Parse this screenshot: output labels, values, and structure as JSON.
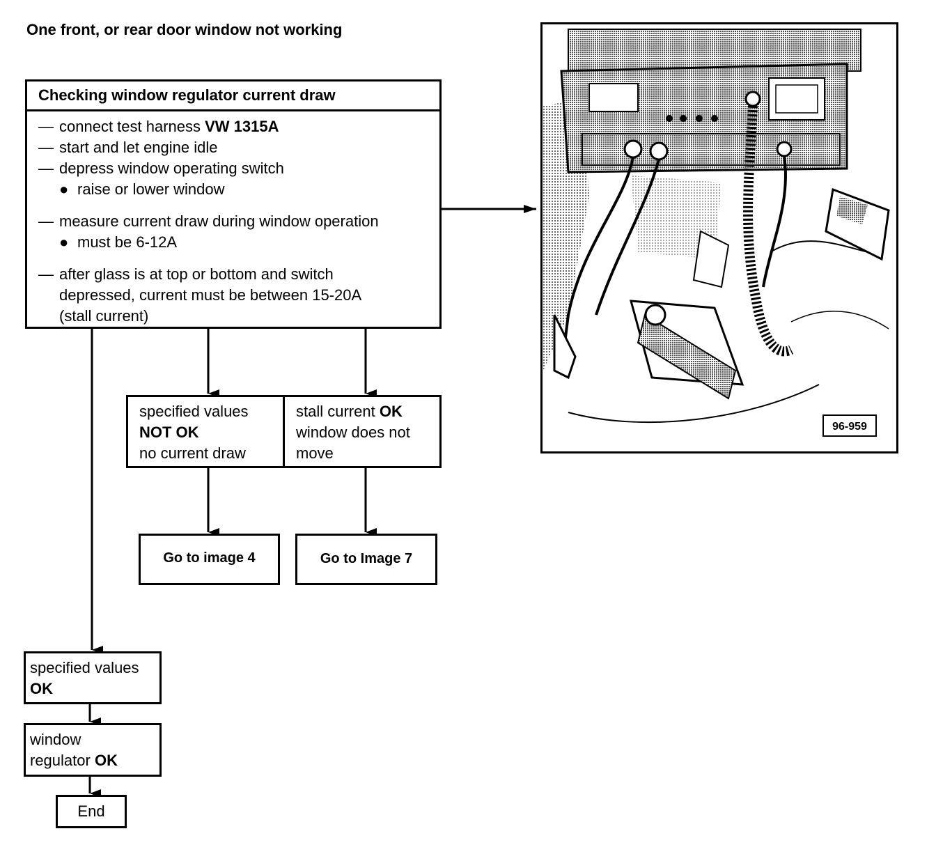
{
  "title": "One front, or rear door window not working",
  "main_box": {
    "heading": "Checking window regulator current draw",
    "steps": [
      {
        "dash": "—",
        "text": "connect test harness ",
        "bold": "VW 1315A"
      },
      {
        "dash": "—",
        "text": "start and let engine idle"
      },
      {
        "dash": "—",
        "text": "depress window operating switch"
      },
      {
        "bullet": "●",
        "text": "raise or lower window"
      },
      {
        "dash": "—",
        "text": "measure current draw during window operation"
      },
      {
        "bullet": "●",
        "text": "must be 6-12A"
      },
      {
        "dash": "—",
        "text": "after glass is at top or bottom and switch"
      },
      {
        "text": "depressed, current must be between 15-20A"
      },
      {
        "text": "(stall current)"
      }
    ]
  },
  "box_not_ok": {
    "line1": "specified values",
    "line2": "NOT OK",
    "line3": "no current draw"
  },
  "box_stall": {
    "line1_text": "stall current ",
    "line1_bold": "OK",
    "line2": "window does not",
    "line3": "move"
  },
  "goto_4": "Go to image 4",
  "goto_7": "Go to Image 7",
  "box_ok": {
    "line1": "specified values",
    "line2": "OK"
  },
  "box_regulator": {
    "line1": "window",
    "line2_text": "regulator ",
    "line2_bold": "OK"
  },
  "end": "End",
  "illustration": {
    "figure_id": "96-959"
  }
}
